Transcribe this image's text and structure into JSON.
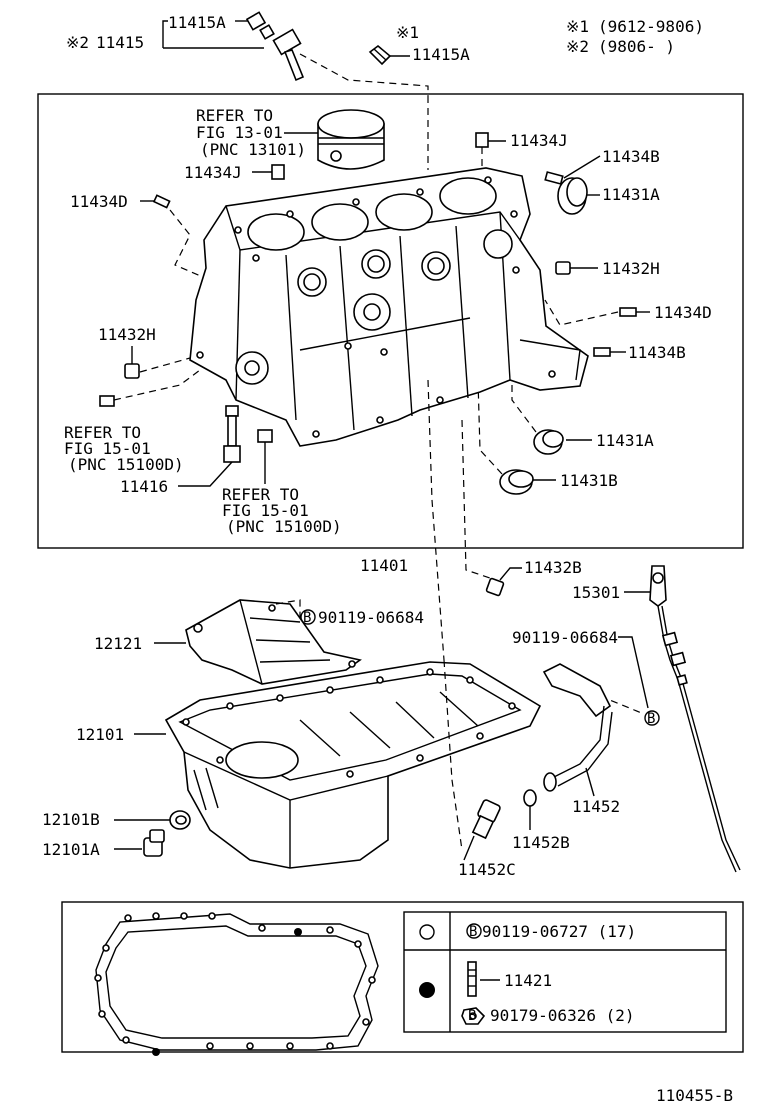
{
  "header": {
    "note1_mark": "※1",
    "note1_text": "(9612-9806)",
    "note2_mark": "※2",
    "note2_text": "(9806-      )"
  },
  "callouts": {
    "c11415_mark": "※2",
    "c11415": "11415",
    "c11415A_top": "11415A",
    "c11415A_mark": "※1",
    "c11415A_2": "11415A",
    "c11434J_1": "11434J",
    "c11434B_1": "11434B",
    "c11431A_1": "11431A",
    "c11434J_2": "11434J",
    "c11434D_1": "11434D",
    "c11432H_1": "11432H",
    "c11434D_2": "11434D",
    "c11432H_2": "11432H",
    "c11434B_2": "11434B",
    "c11431A_2": "11431A",
    "c11431B": "11431B",
    "c11416": "11416",
    "c11401": "11401",
    "c11432B": "11432B",
    "c15301": "15301",
    "c12121": "12121",
    "c90119_06684_a": "90119-06684",
    "c90119_06684_b": "90119-06684",
    "c12101": "12101",
    "c11452": "11452",
    "c12101B": "12101B",
    "c11452B": "11452B",
    "c12101A": "12101A",
    "c11452C": "11452C",
    "b_mark": "B"
  },
  "refers": {
    "r1_l1": "REFER TO",
    "r1_l2": "FIG 13-01",
    "r1_l3": "(PNC 13101)",
    "r2_l1": "REFER TO",
    "r2_l2": "FIG 15-01",
    "r2_l3": "(PNC 15100D)",
    "r3_l1": "REFER TO",
    "r3_l2": "FIG 15-01",
    "r3_l3": "(PNC 15100D)"
  },
  "legend": {
    "row1_part": "90119-06727 (17)",
    "row2_part_a": "11421",
    "row2_part_b": "90179-06326 (2)"
  },
  "footer": {
    "figure_id": "110455-B"
  }
}
